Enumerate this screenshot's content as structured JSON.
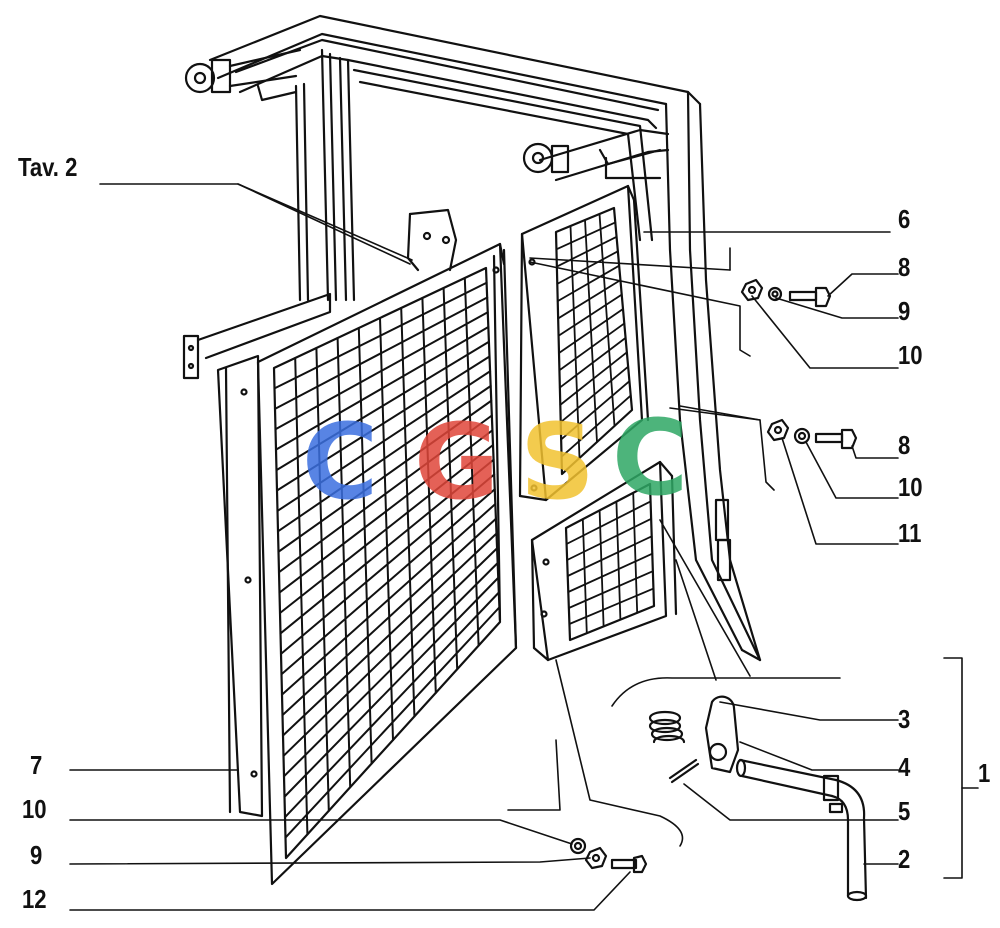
{
  "drawing": {
    "ref_label": "Tav. 2",
    "callouts": {
      "c6": "6",
      "c8a": "8",
      "c9a": "9",
      "c10a": "10",
      "c8b": "8",
      "c10b": "10",
      "c11": "11",
      "c3": "3",
      "c4": "4",
      "c5": "5",
      "c2": "2",
      "c1": "1",
      "c7": "7",
      "c10c": "10",
      "c9b": "9",
      "c12": "12"
    }
  },
  "watermark": {
    "letters": [
      "C",
      "G",
      "S",
      "C"
    ],
    "colors": [
      "#3b6fe0",
      "#e0463a",
      "#f2c230",
      "#2fa865"
    ]
  },
  "colors": {
    "ink": "#111111",
    "paper": "#ffffff"
  }
}
